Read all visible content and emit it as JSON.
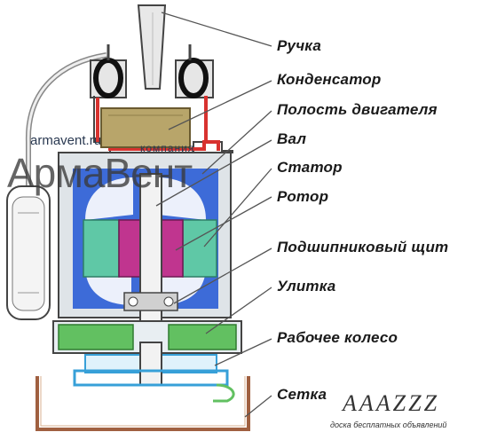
{
  "labels": [
    {
      "id": "handle",
      "text": "Ручка"
    },
    {
      "id": "capacitor",
      "text": "Конденсатор"
    },
    {
      "id": "motor-cavity",
      "text": "Полость двигателя"
    },
    {
      "id": "shaft",
      "text": "Вал"
    },
    {
      "id": "stator",
      "text": "Статор"
    },
    {
      "id": "rotor",
      "text": "Ротор"
    },
    {
      "id": "bearing-shield",
      "text": "Подшипниковый щит"
    },
    {
      "id": "volute",
      "text": "Улитка"
    },
    {
      "id": "impeller",
      "text": "Рабочее колесо"
    },
    {
      "id": "strainer",
      "text": "Сетка"
    }
  ],
  "watermark": {
    "url": "armavent.ru",
    "company": "компания",
    "brand": "АрмаВент",
    "signature": "AAAZZZ",
    "board": "доска бесплатных объявлений"
  },
  "colors": {
    "stator": "#5fc8a6",
    "rotor": "#c0358f",
    "motor_cavity": "#3d6bd8",
    "capacitor": "#b8a56a",
    "housing_red": "#d8322f",
    "volute": "#62c061",
    "strainer": "#a06040",
    "impeller_blue": "#37a0d8"
  }
}
